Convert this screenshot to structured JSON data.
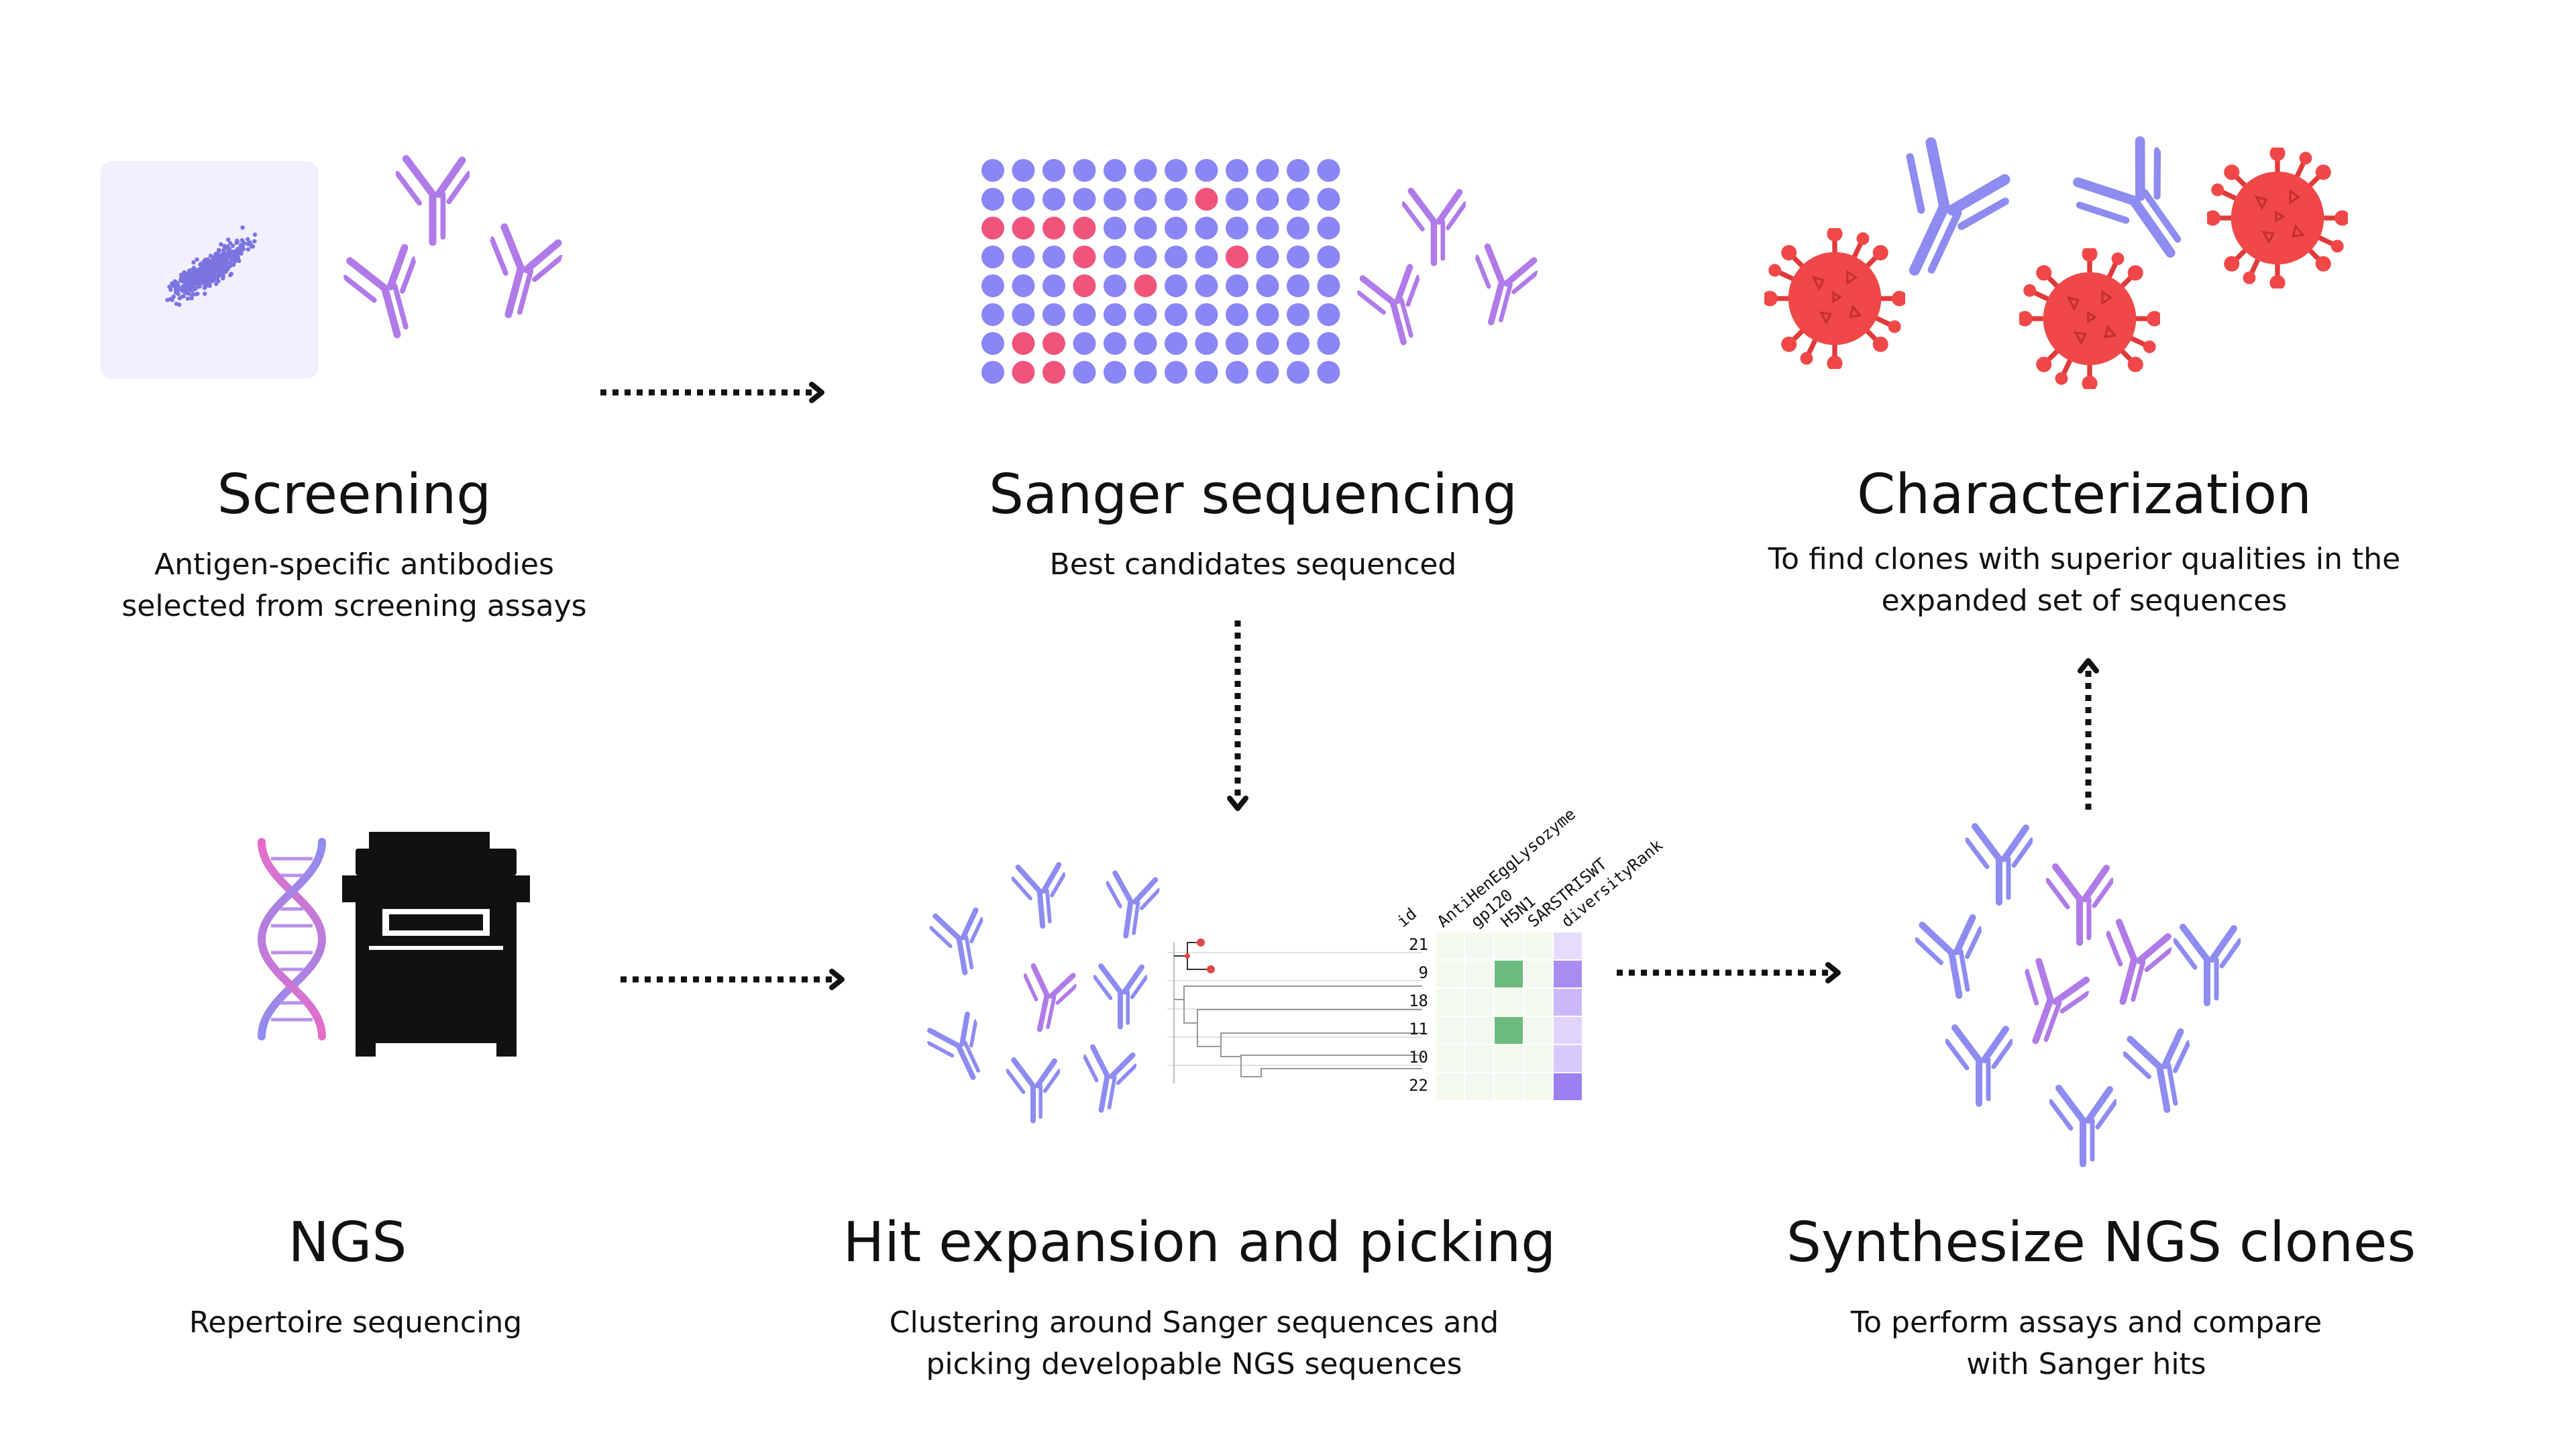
{
  "steps": [
    {
      "title": "Screening",
      "desc": [
        "Antigen-specific antibodies",
        "selected from screening assays"
      ]
    },
    {
      "title": "Sanger sequencing",
      "desc": [
        "Best candidates sequenced"
      ]
    },
    {
      "title": "Characterization",
      "desc": [
        "To find clones with superior qualities in the",
        "expanded set of sequences"
      ]
    },
    {
      "title": "NGS",
      "desc": [
        "Repertoire sequencing"
      ]
    },
    {
      "title": "Hit expansion and picking",
      "desc": [
        "Clustering around Sanger sequences and",
        "picking developable NGS sequences"
      ]
    },
    {
      "title": "Synthesize NGS clones",
      "desc": [
        "To perform assays and compare",
        "with Sanger hits"
      ]
    }
  ],
  "table": {
    "headers": [
      "id",
      "AntiHenEggLysozyme",
      "gp120",
      "H5N1",
      "SARSTRISWT",
      "diversityRank"
    ],
    "ids": [
      "21",
      "9",
      "18",
      "11",
      "10",
      "22"
    ]
  },
  "colors": {
    "antibody_purple": "#9b6be8",
    "antibody_blue": "#8e8cf0",
    "well_blue": "#8a86f5",
    "well_red": "#f0547a",
    "virus_red": "#f04848",
    "table_green": "#6cba7d",
    "text": "#111111"
  },
  "icons": [
    "scatter-plot-icon",
    "antibody-icon",
    "well-plate-icon",
    "virus-icon",
    "dna-helix-icon",
    "sequencer-machine-icon",
    "phylogenetic-tree-icon",
    "arrow-icon"
  ]
}
